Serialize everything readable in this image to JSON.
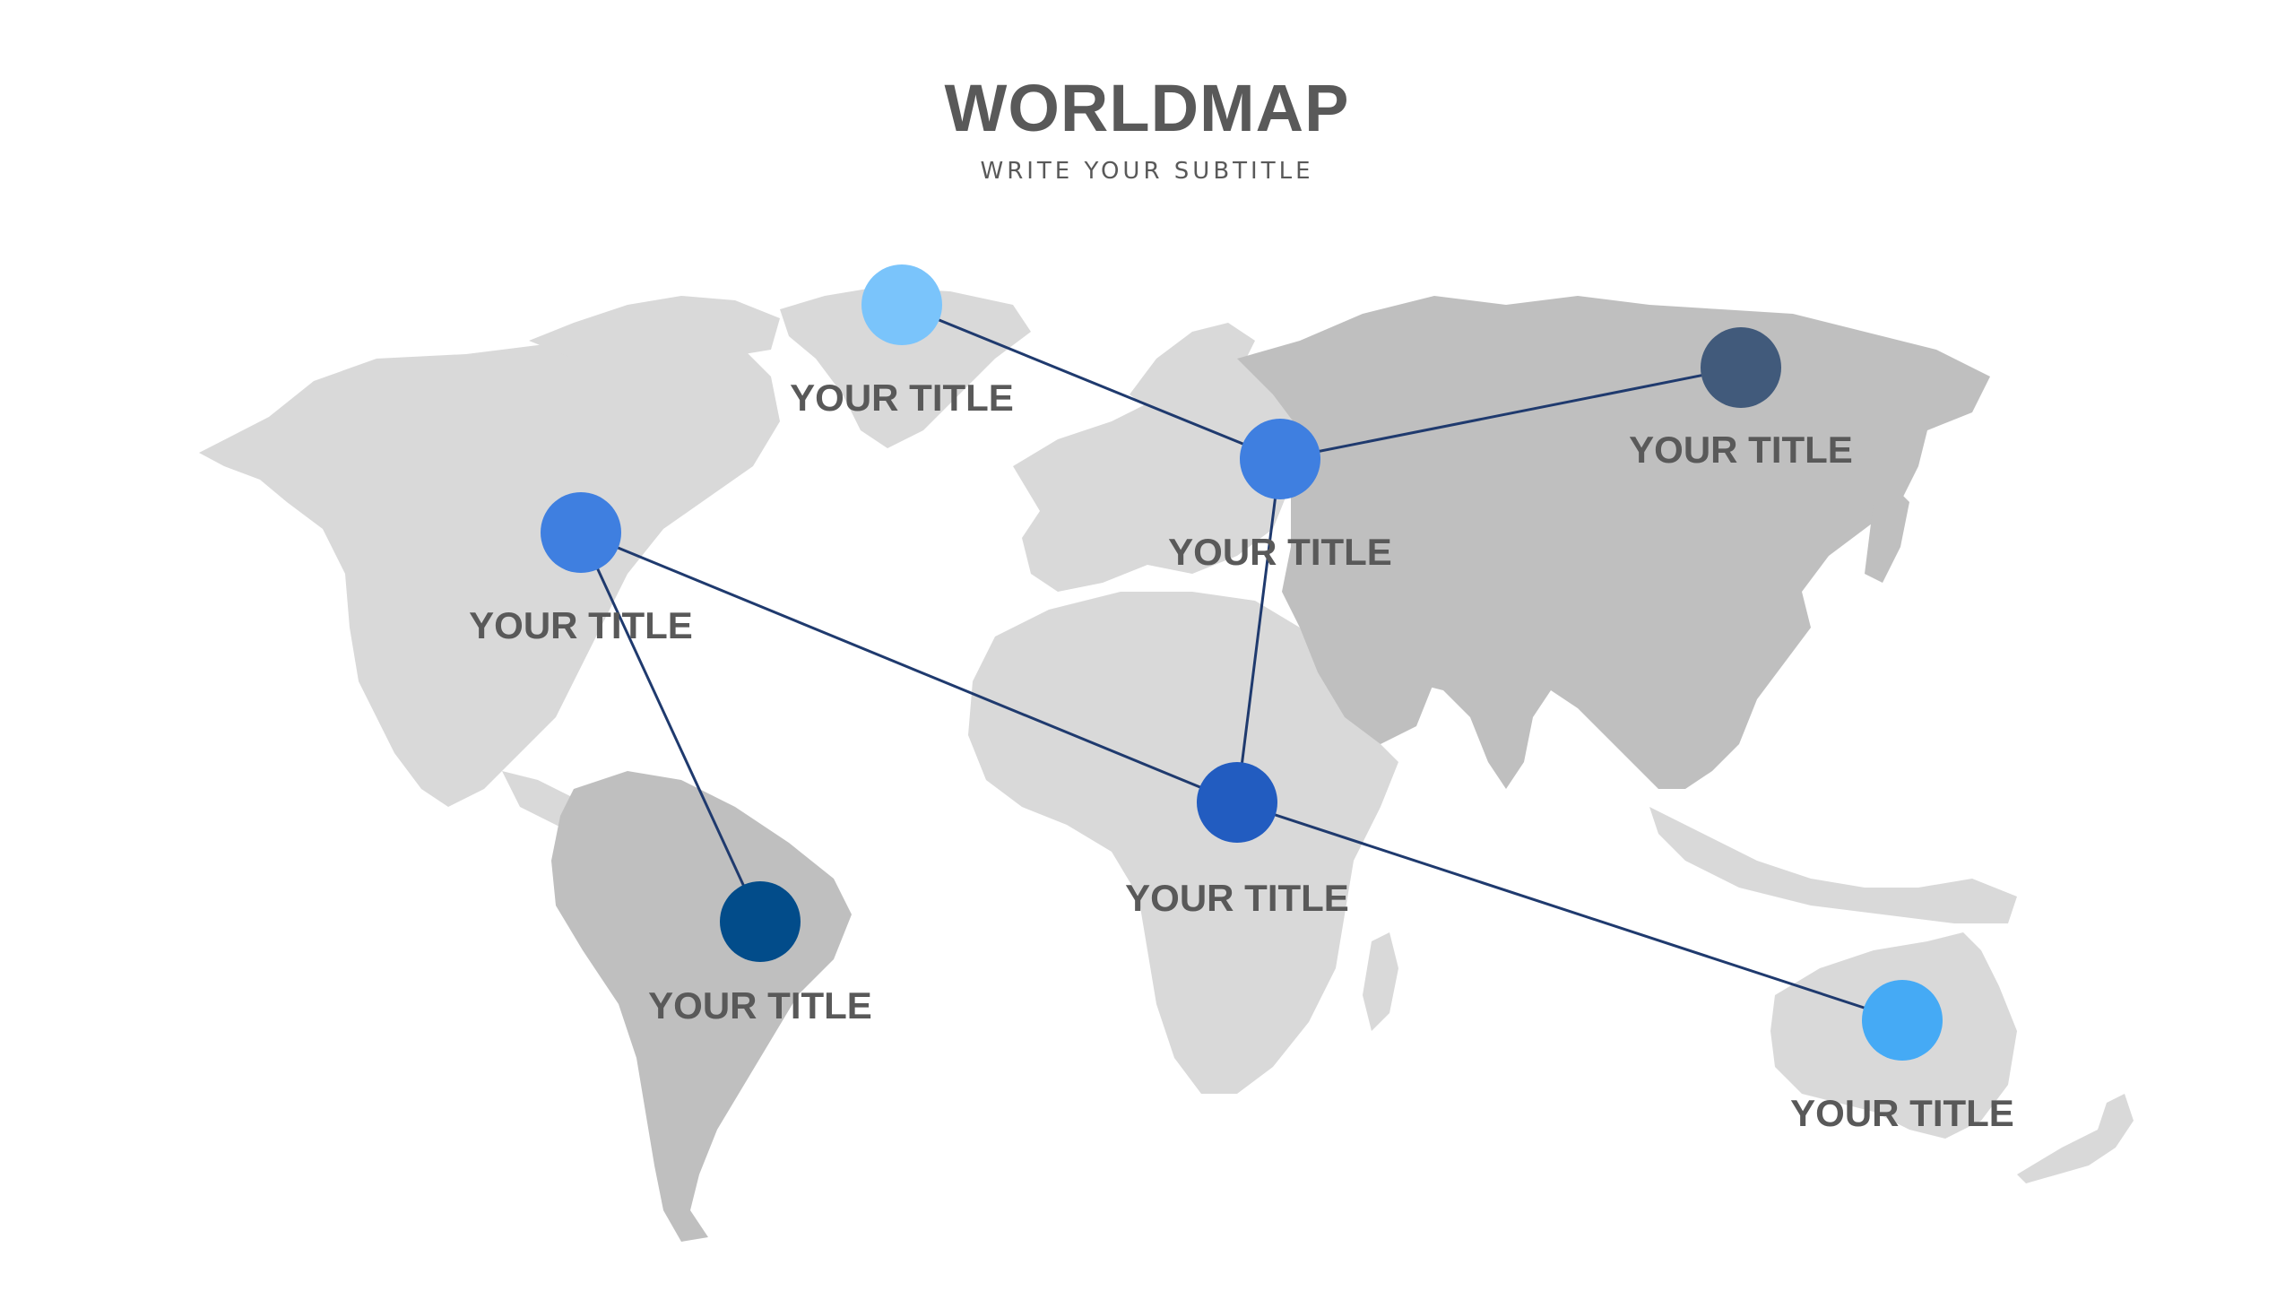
{
  "header": {
    "title": "WORLDMAP",
    "subtitle": "WRITE YOUR SUBTITLE"
  },
  "colors": {
    "land_light": "#d9d9d9",
    "land_dark": "#bfbfbf",
    "route_line": "#1f3a6e",
    "text": "#595959"
  },
  "pins": [
    {
      "id": "greenland",
      "label": "YOUR TITLE",
      "color": "#7ac4fb"
    },
    {
      "id": "europe",
      "label": "YOUR TITLE",
      "color": "#3f7fe0"
    },
    {
      "id": "east-asia",
      "label": "YOUR TITLE",
      "color": "#415a7b"
    },
    {
      "id": "north-america",
      "label": "YOUR TITLE",
      "color": "#3f7fe0"
    },
    {
      "id": "africa",
      "label": "YOUR TITLE",
      "color": "#225cc0"
    },
    {
      "id": "south-america",
      "label": "YOUR TITLE",
      "color": "#024c8a"
    },
    {
      "id": "australia",
      "label": "YOUR TITLE",
      "color": "#45aaf5"
    }
  ],
  "routes": [
    [
      "greenland",
      "europe"
    ],
    [
      "europe",
      "east-asia"
    ],
    [
      "europe",
      "africa"
    ],
    [
      "north-america",
      "africa"
    ],
    [
      "north-america",
      "south-america"
    ],
    [
      "africa",
      "australia"
    ]
  ]
}
